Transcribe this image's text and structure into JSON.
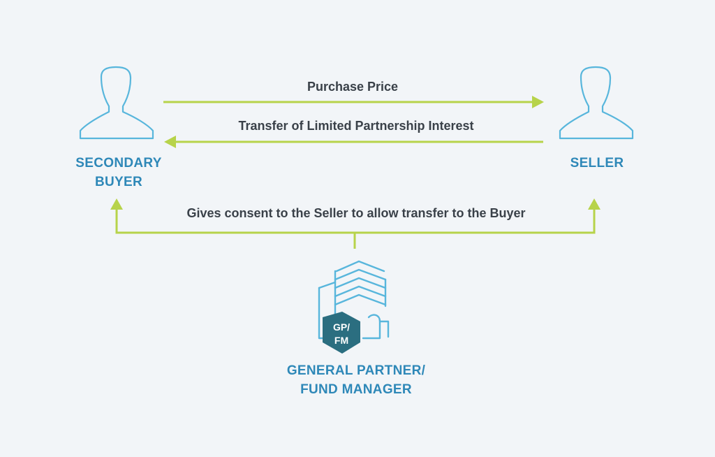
{
  "colors": {
    "background": "#f2f5f8",
    "accent_line": "#b7d34a",
    "icon_stroke": "#58b6dc",
    "entity_label": "#2e88b8",
    "flow_text": "#3a4149",
    "badge_fill": "#2b6e80"
  },
  "icons": {
    "buyer": "person-icon",
    "seller": "person-icon",
    "gp": "building-icon"
  },
  "buyer": {
    "label_line1": "SECONDARY",
    "label_line2": "BUYER"
  },
  "seller": {
    "label": "SELLER"
  },
  "gp": {
    "badge_line1": "GP/",
    "badge_line2": "FM",
    "label_line1": "GENERAL PARTNER/",
    "label_line2": "FUND MANAGER"
  },
  "flows": {
    "purchase_price": "Purchase Price",
    "transfer_interest": "Transfer of Limited Partnership Interest",
    "consent": "Gives consent to the Seller to allow transfer to the Buyer"
  }
}
